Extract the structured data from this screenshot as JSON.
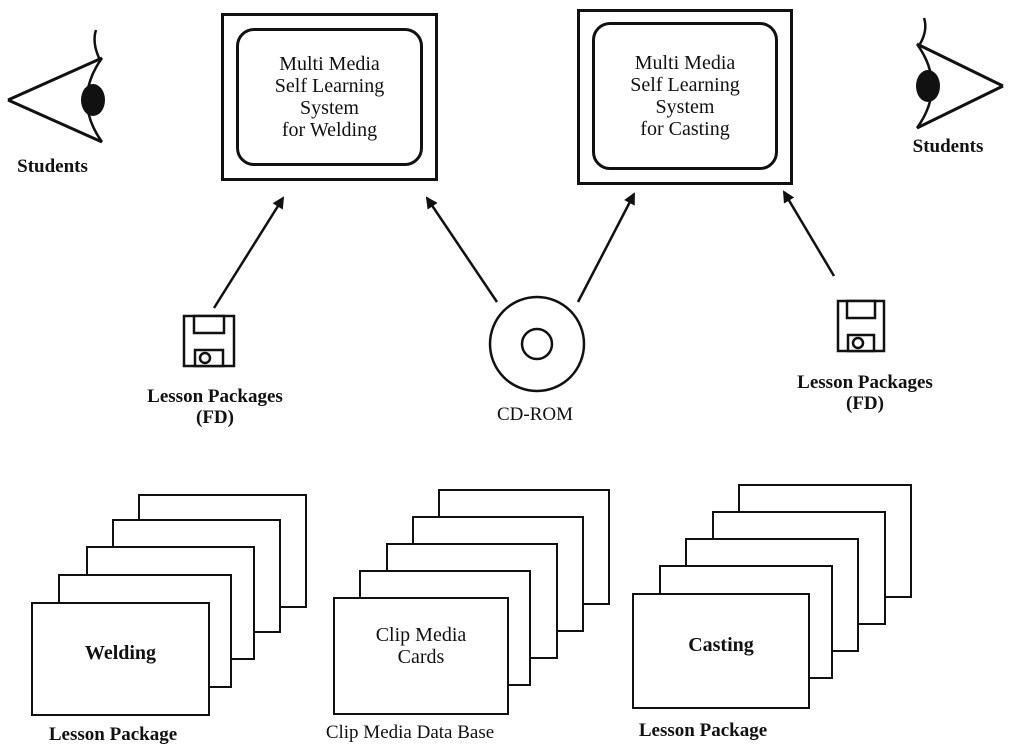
{
  "monitors": {
    "welding": {
      "text": "Multi Media\nSelf Learning\nSystem\nfor Welding"
    },
    "casting": {
      "text": "Multi Media\nSelf Learning\nSystem\nfor Casting"
    }
  },
  "students": {
    "left_label": "Students",
    "right_label": "Students"
  },
  "media": {
    "fd_left_label": "Lesson Packages\n(FD)",
    "fd_right_label": "Lesson Packages\n(FD)",
    "cdrom_label": "CD-ROM"
  },
  "stacks": {
    "welding": {
      "card_text": "Welding",
      "caption": "Lesson Package"
    },
    "clip": {
      "card_text": "Clip Media\nCards",
      "caption": "Clip Media Data Base"
    },
    "casting": {
      "card_text": "Casting",
      "caption": "Lesson Package"
    }
  },
  "colors": {
    "ink": "#111111",
    "paper": "#ffffff"
  }
}
